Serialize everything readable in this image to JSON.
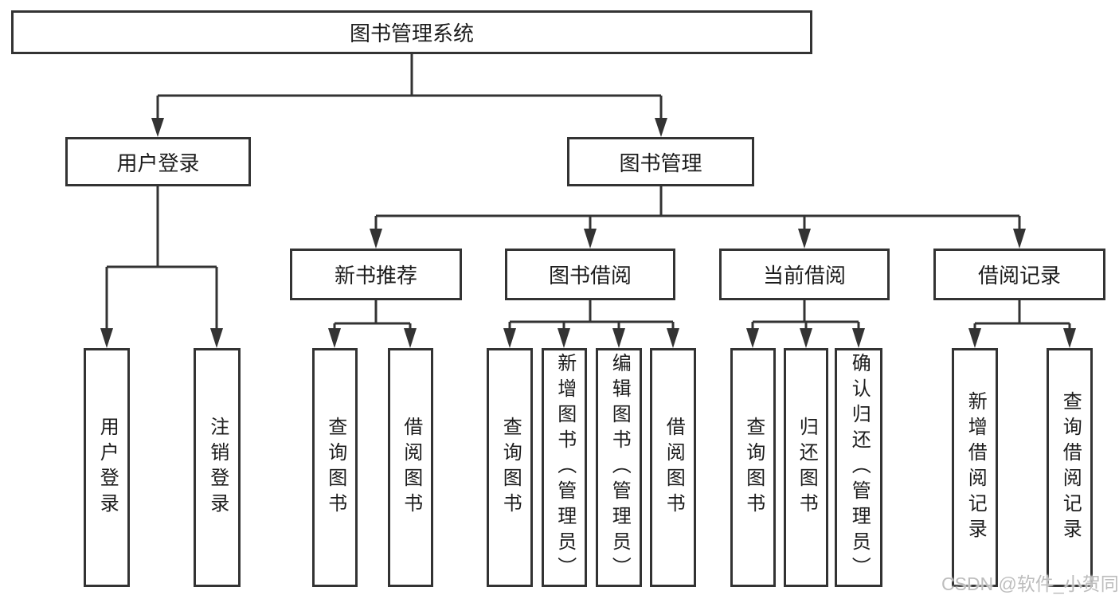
{
  "tree": {
    "root": {
      "label": "图书管理系统"
    },
    "branches": [
      {
        "label": "用户登录",
        "children": [
          {
            "label": "用户登录"
          },
          {
            "label": "注销登录"
          }
        ]
      },
      {
        "label": "图书管理",
        "children": [
          {
            "label": "新书推荐",
            "children": [
              {
                "label": "查询图书"
              },
              {
                "label": "借阅图书"
              }
            ]
          },
          {
            "label": "图书借阅",
            "children": [
              {
                "label": "查询图书"
              },
              {
                "label": "新增图书（管理员）"
              },
              {
                "label": "编辑图书（管理员）"
              },
              {
                "label": "借阅图书"
              }
            ]
          },
          {
            "label": "当前借阅",
            "children": [
              {
                "label": "查询图书"
              },
              {
                "label": "归还图书"
              },
              {
                "label": "确认归还（管理员）"
              }
            ]
          },
          {
            "label": "借阅记录",
            "children": [
              {
                "label": "新增借阅记录"
              },
              {
                "label": "查询借阅记录"
              }
            ]
          }
        ]
      }
    ]
  },
  "watermark": {
    "text": "CSDN @软件_小贺同学"
  },
  "colors": {
    "line": "#333333",
    "box_border": "#333333",
    "box_fill": "#ffffff",
    "text": "#1c1c1c",
    "watermark": "#bdbdbd",
    "background": "#ffffff"
  }
}
